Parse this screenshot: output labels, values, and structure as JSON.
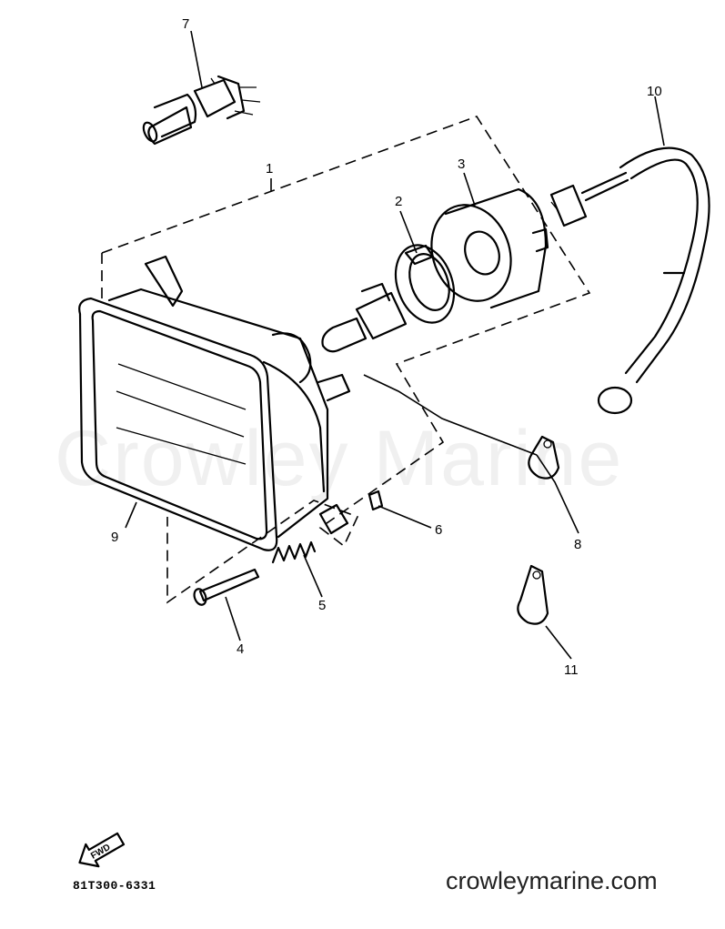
{
  "callouts": {
    "c1": "1",
    "c2": "2",
    "c3": "3",
    "c4": "4",
    "c5": "5",
    "c6": "6",
    "c7": "7",
    "c8": "8",
    "c9": "9",
    "c10": "10",
    "c11": "11"
  },
  "direction_arrow": "FWD",
  "drawing_code": "81T300-6331",
  "watermark": "Crowley Marine",
  "website": "crowleymarine.com"
}
